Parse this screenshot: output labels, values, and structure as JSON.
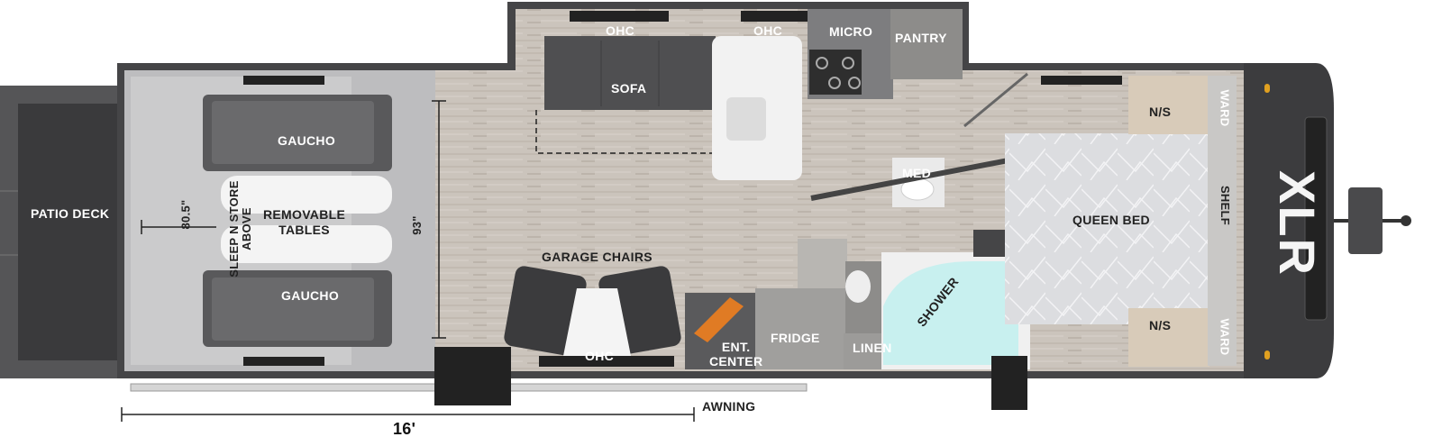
{
  "brand": "XLR",
  "rooms": {
    "patio_deck": "PATIO DECK",
    "gaucho_top": "GAUCHO",
    "gaucho_bottom": "GAUCHO",
    "removable_tables": "REMOVABLE\nTABLES",
    "sleep_n_store": "SLEEP N STORE\nABOVE",
    "sofa": "SOFA",
    "ohc_1": "OHC",
    "ohc_2": "OHC",
    "ohc_3": "OHC",
    "micro": "MICRO",
    "pantry": "PANTRY",
    "garage_chairs": "GARAGE CHAIRS",
    "ent_center": "ENT.\nCENTER",
    "fridge": "FRIDGE",
    "linen": "LINEN",
    "shower": "SHOWER",
    "med": "MED",
    "queen_bed": "QUEEN BED",
    "ns_top": "N/S",
    "ns_bottom": "N/S",
    "ward_top": "WARD",
    "ward_bottom": "WARD",
    "shelf": "SHELF",
    "awning": "AWNING"
  },
  "dimensions": {
    "garage_width": "80.5\"",
    "garage_height": "93\"",
    "length": "16'"
  },
  "colors": {
    "floor": "#c9c2ba",
    "wall": "#4a4a4a",
    "furniture": "#5a5a5c",
    "cabinet": "#8d8c8a",
    "bed": "#d9dadc",
    "cap": "#3c3c3e"
  }
}
